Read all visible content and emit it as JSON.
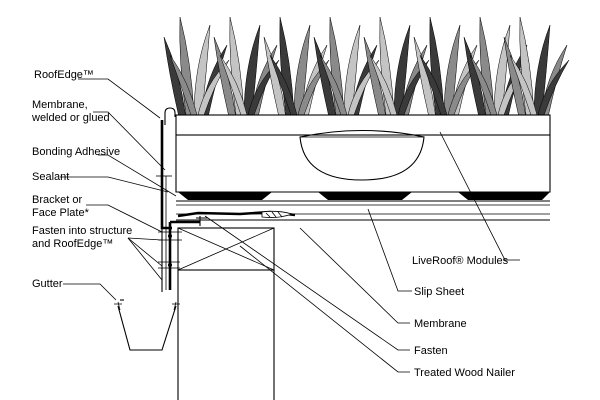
{
  "labels": {
    "roofedge": "RoofEdge™",
    "membrane_welded_1": "Membrane,",
    "membrane_welded_2": "welded or glued",
    "bonding_adhesive": "Bonding Adhesive",
    "sealant": "Sealant",
    "bracket_1": "Bracket or",
    "bracket_2": "Face Plate*",
    "fasten_into_1": "Fasten into structure",
    "fasten_into_2": "and RoofEdge™",
    "gutter": "Gutter",
    "liveroof_modules": "LiveRoof® Modules",
    "slip_sheet": "Slip Sheet",
    "membrane": "Membrane",
    "fasten": "Fasten",
    "treated_wood_nailer": "Treated Wood Nailer"
  },
  "colors": {
    "line": "#000000",
    "plant_dark": "#3a3a3a",
    "plant_mid": "#8a8a8a",
    "plant_light": "#c4c4c4",
    "background": "#ffffff"
  }
}
